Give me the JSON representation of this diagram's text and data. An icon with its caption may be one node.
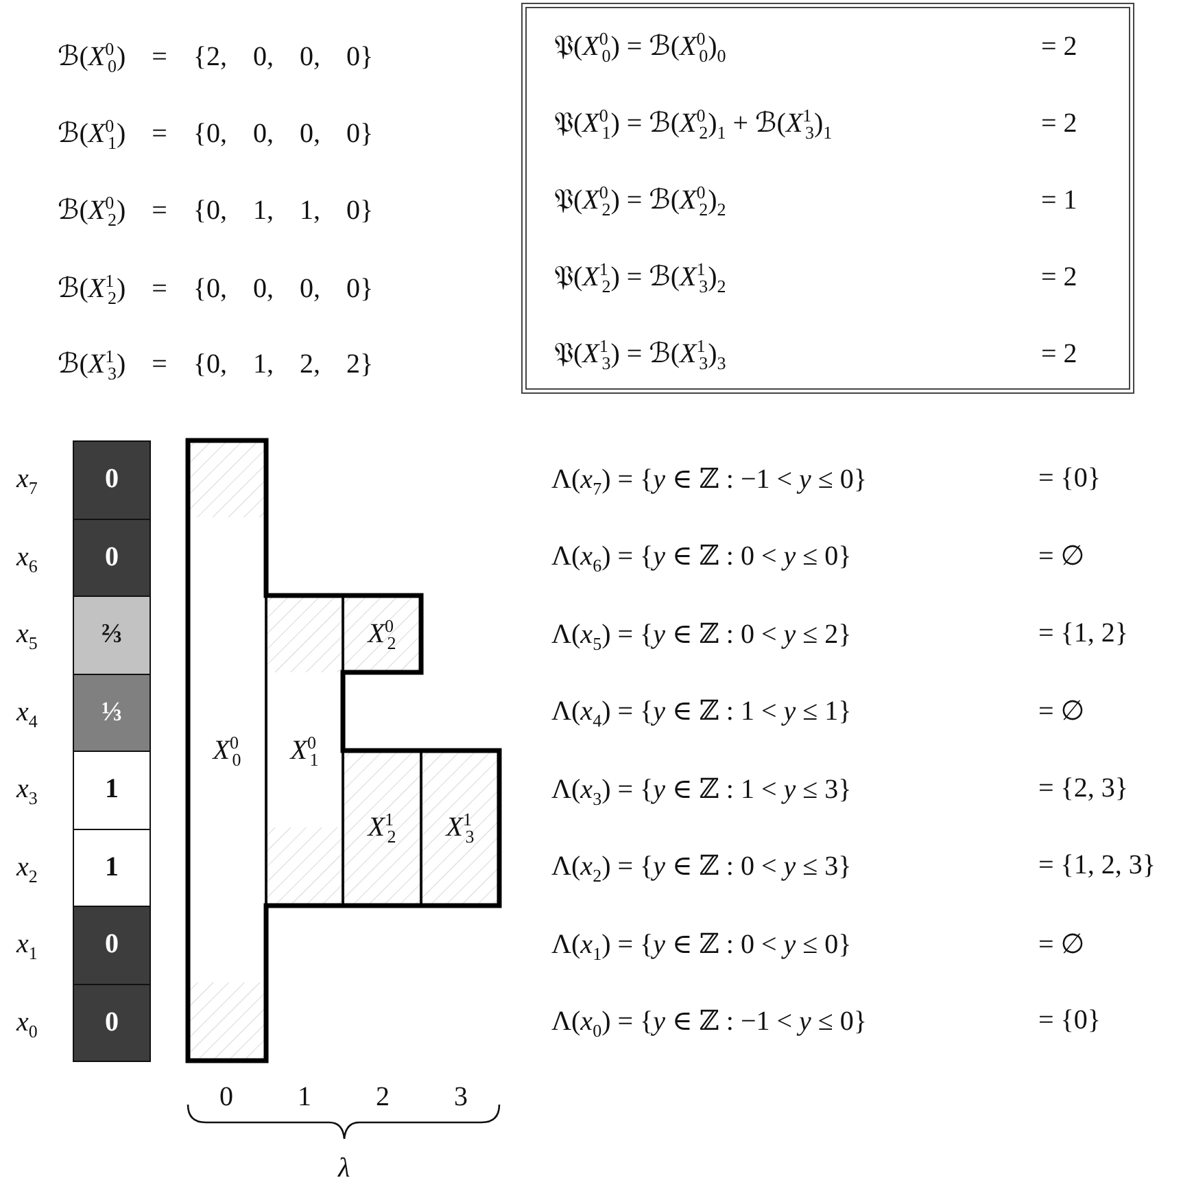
{
  "diagram": {
    "nodes": [
      {
        "text": [
          "𝔓(*X*$^{0}$$_{0}$) = ℬ(*X*$^{0}$$_{0}$)$_{0}$",
          "= 2",
          "𝔓(*X*$^{0}$$_{1}$) = ℬ(*X*$^{0}$$_{2}$)$_{1}$ + ℬ(*X*$^{1}$$_{3}$)$_{1}$",
          "= 2",
          "𝔓(*X*$^{0}$$_{2}$) = ℬ(*X*$^{0}$$_{2}$)$_{2}$",
          "= 1",
          "𝔓(*X*$^{1}$$_{2}$) = ℬ(*X*$^{1}$$_{3}$)$_{2}$",
          "= 2",
          "𝔓(*X*$^{1}$$_{3}$) = ℬ(*X*$^{1}$$_{3}$)$_{3}$",
          "= 2"
        ]
      },
      {
        "text": [
          "0"
        ],
        "beside": [
          "*x*$_{7}$"
        ]
      },
      {
        "text": [
          "0"
        ],
        "beside": [
          "*x*$_{6}$"
        ]
      },
      {
        "text": [
          "⅔"
        ],
        "beside": [
          "*x*$_{5}$"
        ]
      },
      {
        "text": [
          "⅓"
        ],
        "beside": [
          "*x*$_{4}$"
        ]
      },
      {
        "text": [
          "1"
        ],
        "beside": [
          "*x*$_{3}$"
        ]
      },
      {
        "text": [
          "1"
        ],
        "beside": [
          "*x*$_{2}$"
        ]
      },
      {
        "text": [
          "0"
        ],
        "beside": [
          "*x*$_{1}$"
        ]
      },
      {
        "text": [
          "0"
        ],
        "beside": [
          "*x*$_{0}$"
        ]
      },
      {
        "text": [
          "*X*$^{0}$$_{0}$"
        ]
      },
      {
        "text": [
          "*X*$^{0}$$_{1}$"
        ]
      },
      {
        "text": [
          "*X*$^{0}$$_{2}$"
        ]
      },
      {
        "text": [
          "*X*$^{1}$$_{2}$"
        ]
      },
      {
        "text": [
          "*X*$^{1}$$_{3}$"
        ]
      }
    ],
    "labels": [
      "ℬ(*X*$^{0}$$_{0}$) = {2, 0, 0, 0}",
      "ℬ(*X*$^{0}$$_{1}$) = {0, 0, 0, 0}",
      "ℬ(*X*$^{0}$$_{2}$) = {0, 1, 1, 0}",
      "ℬ(*X*$^{1}$$_{2}$) = {0, 0, 0, 0}",
      "ℬ(*X*$^{1}$$_{3}$) = {0, 1, 2, 2}",
      "Λ(*x*$_{7}$) = {*y* ∈ ℤ : −1 < *y* ≤ 0}",
      "= {0}",
      "Λ(*x*$_{6}$) = {*y* ∈ ℤ : 0 < *y* ≤ 0}",
      "= ∅",
      "Λ(*x*$_{5}$) = {*y* ∈ ℤ : 0 < *y* ≤ 2}",
      "= {1, 2}",
      "Λ(*x*$_{4}$) = {*y* ∈ ℤ : 1 < *y* ≤ 1}",
      "= ∅",
      "Λ(*x*$_{3}$) = {*y* ∈ ℤ : 1 < *y* ≤ 3}",
      "= {2, 3}",
      "Λ(*x*$_{2}$) = {*y* ∈ ℤ : 0 < *y* ≤ 3}",
      "= {1, 2, 3}",
      "Λ(*x*$_{1}$) = {*y* ∈ ℤ : 0 < *y* ≤ 0}",
      "= ∅",
      "Λ(*x*$_{0}$) = {*y* ∈ ℤ : −1 < *y* ≤ 0}",
      "= {0}",
      "0",
      "1",
      "2",
      "3",
      "*λ*"
    ]
  }
}
